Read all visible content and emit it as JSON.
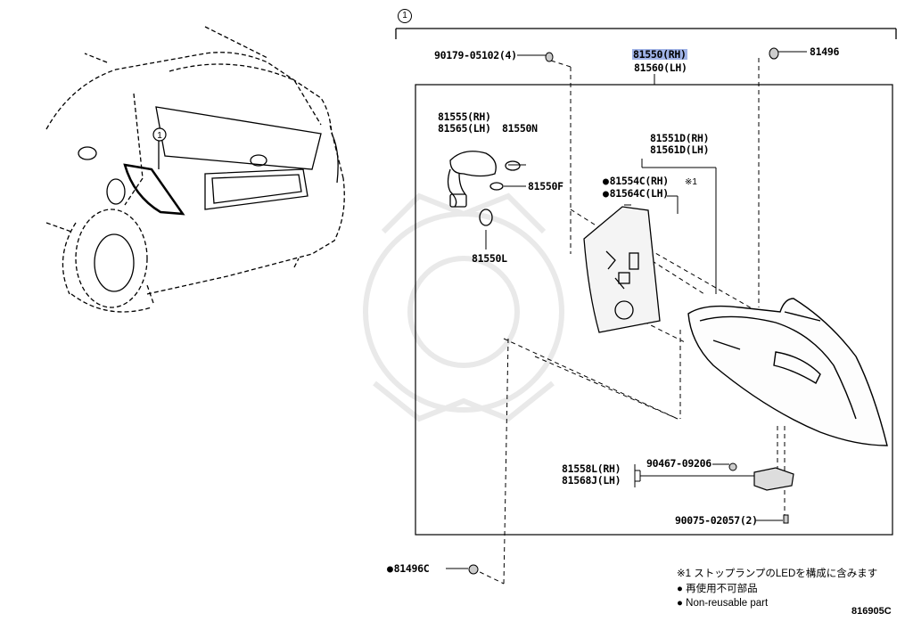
{
  "callout_number": "1",
  "parts": {
    "screw_top": "90179-05102(4)",
    "main_rh": "81550(RH)",
    "main_lh": "81560(LH)",
    "clip_top": "81496",
    "socket_rh": "81555(RH)",
    "socket_lh": "81565(LH)",
    "bulb_n": "81550N",
    "bulb_f": "81550F",
    "bulb_l": "81550L",
    "lens_rh": "81551D(RH)",
    "lens_lh": "81561D(LH)",
    "gasket_rh": "81554C(RH)",
    "gasket_lh": "81564C(LH)",
    "note_ref": "※1",
    "bracket_rh": "81558L(RH)",
    "bracket_lh": "81568J(LH)",
    "screw_mid": "90467-09206",
    "screw_bottom": "90075-02057(2)",
    "clip_bottom": "81496C"
  },
  "notes": {
    "note1": "※1 ストップランプのLEDを構成に含みます",
    "non_reusable_jp": "● 再使用不可部品",
    "non_reusable_en": "● Non-reusable part"
  },
  "diagram_code": "816905C"
}
